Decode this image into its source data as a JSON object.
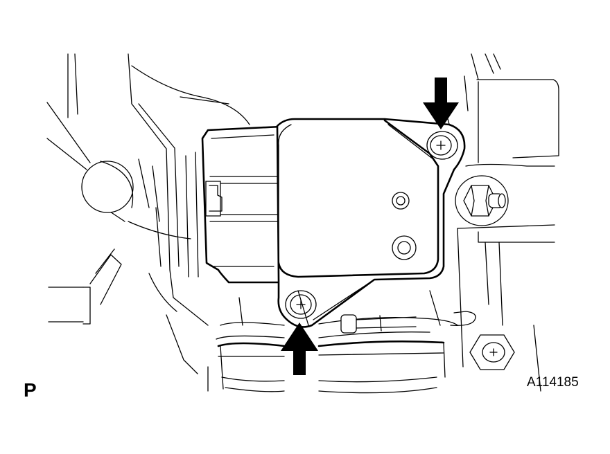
{
  "figure": {
    "corner_letter": "P",
    "figure_code": "A114185"
  },
  "callouts": [
    {
      "name": "upper-bolt-arrow",
      "direction": "down"
    },
    {
      "name": "lower-bolt-arrow",
      "direction": "up"
    }
  ],
  "colors": {
    "ink": "#000000",
    "paper": "#ffffff"
  }
}
